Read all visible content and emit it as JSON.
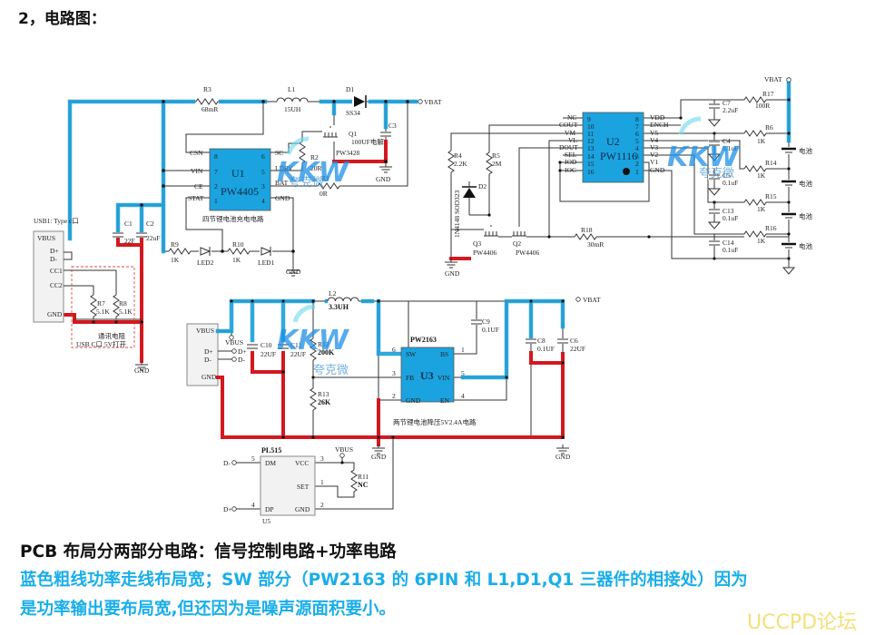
{
  "heading": "2，电路图：",
  "charger": {
    "title": "四节锂电池充电电路",
    "ic_ref": "U1",
    "ic_part": "PW4405",
    "pins_left": [
      {
        "name": "CSN",
        "num": "8"
      },
      {
        "name": "VIN",
        "num": "7"
      },
      {
        "name": "CE",
        "num": "2"
      },
      {
        "name": "STAT",
        "num": "1"
      }
    ],
    "pins_right": [
      {
        "name": "SC",
        "num": "6"
      },
      {
        "name": "LDRV",
        "num": "5"
      },
      {
        "name": "BAT",
        "num": "3"
      },
      {
        "name": "GND",
        "num": "4"
      }
    ],
    "R3": {
      "ref": "R3",
      "value": "68mR"
    },
    "L1": {
      "ref": "L1",
      "value": "15UH"
    },
    "D1": {
      "ref": "D1",
      "value": "SS34"
    },
    "Q1": {
      "ref": "Q1",
      "part": "PW3428"
    },
    "C3": {
      "ref": "C3",
      "value": "100UF电解"
    },
    "R2": {
      "ref": "R2",
      "value": "20R"
    },
    "R1": {
      "ref": "R1",
      "value": "0R"
    },
    "C1": {
      "ref": "C1",
      "value": "22F"
    },
    "C2": {
      "ref": "C2",
      "value": "22uF"
    },
    "R9": {
      "ref": "R9",
      "value": "1K"
    },
    "R10": {
      "ref": "R10",
      "value": "1K"
    },
    "LED2": "LED2",
    "LED1": "LED1",
    "vbat": "VBAT",
    "gnd": "GND"
  },
  "usb1": {
    "title": "USB1: Type c口",
    "pins": [
      "VBUS",
      "D+",
      "D-",
      "CC1",
      "CC2",
      "GND"
    ],
    "R7": {
      "ref": "R7",
      "value": "5.1K"
    },
    "R8": {
      "ref": "R8",
      "value": "5.1K"
    },
    "note1": "通讯电阻",
    "note2": "USB C口 5V打开",
    "gnd": "GND"
  },
  "balancer": {
    "ic_ref": "U2",
    "ic_part": "PW1116",
    "pins_left": [
      {
        "name": "NC",
        "num": "9"
      },
      {
        "name": "COUT",
        "num": "10"
      },
      {
        "name": "VM",
        "num": "11"
      },
      {
        "name": "VL",
        "num": "12"
      },
      {
        "name": "DOUT",
        "num": "13"
      },
      {
        "name": "SEL",
        "num": "14"
      },
      {
        "name": "IOD",
        "num": "15"
      },
      {
        "name": "IOC",
        "num": "16"
      }
    ],
    "pins_right": [
      {
        "name": "VDD",
        "num": "8"
      },
      {
        "name": "ENCH",
        "num": "7"
      },
      {
        "name": "V5",
        "num": "6"
      },
      {
        "name": "V4",
        "num": "5"
      },
      {
        "name": "V3",
        "num": "4"
      },
      {
        "name": "V2",
        "num": "3"
      },
      {
        "name": "V1",
        "num": "2"
      },
      {
        "name": "GND",
        "num": "1"
      }
    ],
    "R4": {
      "ref": "R4",
      "value": "2.2K"
    },
    "R5": {
      "ref": "R5",
      "value": "2M"
    },
    "D2": {
      "ref": "D2",
      "value": "1N4148  SOD323"
    },
    "Q3": {
      "ref": "Q3",
      "part": "PW4406"
    },
    "Q2": {
      "ref": "Q2",
      "part": "PW4406"
    },
    "R18": {
      "ref": "R18",
      "value": "30mR"
    },
    "R17": {
      "ref": "R17",
      "value": "100R"
    },
    "C7": {
      "ref": "C7",
      "value": "2.2uF"
    },
    "C4": {
      "ref": "C4",
      "value": "0.1uF"
    },
    "C5": {
      "ref": "C5",
      "value": "0.1uF"
    },
    "C13": {
      "ref": "C13",
      "value": "0.1uF"
    },
    "C14": {
      "ref": "C14",
      "value": "0.1uF"
    },
    "R6": {
      "ref": "R6",
      "value": "1K"
    },
    "R14": {
      "ref": "R14",
      "value": "1K"
    },
    "R15": {
      "ref": "R15",
      "value": "1K"
    },
    "R16": {
      "ref": "R16",
      "value": "1K"
    },
    "battery": "电池",
    "vbat": "VBAT",
    "gnd": "GND"
  },
  "buck": {
    "title": "两节锂电池降压5V2.4A电路",
    "ic_ref": "U3",
    "ic_part": "PW2163",
    "pins_left": [
      {
        "name": "SW",
        "num": "6"
      },
      {
        "name": "FB",
        "num": "3"
      },
      {
        "name": "GND",
        "num": "2"
      }
    ],
    "pins_right": [
      {
        "name": "BS",
        "num": "1"
      },
      {
        "name": "VIN",
        "num": "5"
      },
      {
        "name": "EN",
        "num": "4"
      }
    ],
    "usb_pins": [
      "VBUS",
      "D+",
      "D-",
      "GND"
    ],
    "port_vbus": "VBUS",
    "port_dp": "D+",
    "port_dm": "D-",
    "L2": {
      "ref": "L2",
      "value": "3.3UH"
    },
    "C10": {
      "ref": "C10",
      "value": "22UF"
    },
    "C11": {
      "ref": "C11",
      "value": "22UF"
    },
    "R12": {
      "ref": "R12",
      "value": "200K"
    },
    "R13": {
      "ref": "R13",
      "value": "26K"
    },
    "C9": {
      "ref": "C9",
      "value": "0.1UF"
    },
    "C8": {
      "ref": "C8",
      "value": "0.1UF"
    },
    "C6": {
      "ref": "C6",
      "value": "22UF"
    },
    "vbat": "VBAT",
    "gnd": "GND"
  },
  "pl515": {
    "part": "PL515",
    "ref": "U5",
    "pins_left": [
      {
        "name": "DM",
        "num": "5"
      },
      {
        "name": "DP",
        "num": "4"
      }
    ],
    "pins_right": [
      {
        "name": "VCC",
        "num": "3"
      },
      {
        "name": "SET",
        "num": "1"
      },
      {
        "name": "GND",
        "num": "2"
      }
    ],
    "port_dm": "D-",
    "port_dp": "D+",
    "vbus": "VBUS",
    "R11": {
      "ref": "R11",
      "value": "NC"
    }
  },
  "watermark": {
    "logo": "KKW",
    "name": "夸克微"
  },
  "text": {
    "line1": "PCB 布局分两部分电路：信号控制电路+功率电路",
    "line2": "蓝色粗线功率走线布局宽；SW 部分（PW2163 的 6PIN 和 L1,D1,Q1 三器件的相接处）因为",
    "line3": "是功率输出要布局宽,但还因为是噪声源面积要小。"
  },
  "brand": "UCCPD论坛",
  "colors": {
    "power_trace": "#1a9fd9",
    "ground_trace": "#d31920",
    "ic_fill": "#1aa3df",
    "highlight_text": "#1aaee8",
    "brand": "#f3e07a"
  }
}
